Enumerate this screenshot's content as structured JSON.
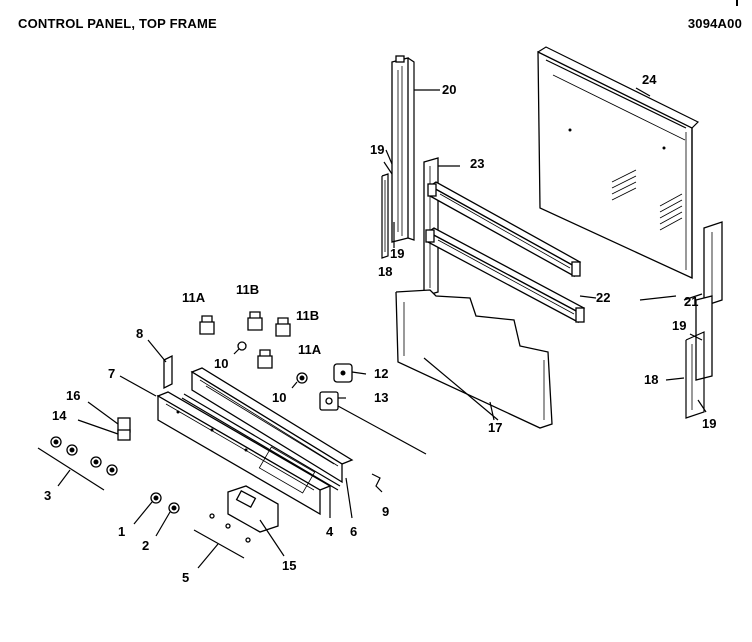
{
  "header": {
    "title": "CONTROL PANEL, TOP FRAME",
    "code": "3094A00"
  },
  "callouts": [
    {
      "id": "c1",
      "text": "1"
    },
    {
      "id": "c2",
      "text": "2"
    },
    {
      "id": "c3",
      "text": "3"
    },
    {
      "id": "c4",
      "text": "4"
    },
    {
      "id": "c5",
      "text": "5"
    },
    {
      "id": "c6",
      "text": "6"
    },
    {
      "id": "c7",
      "text": "7"
    },
    {
      "id": "c8",
      "text": "8"
    },
    {
      "id": "c9",
      "text": "9"
    },
    {
      "id": "c10a",
      "text": "10"
    },
    {
      "id": "c10b",
      "text": "10"
    },
    {
      "id": "c11a1",
      "text": "11A"
    },
    {
      "id": "c11a2",
      "text": "11A"
    },
    {
      "id": "c11b1",
      "text": "11B"
    },
    {
      "id": "c11b2",
      "text": "11B"
    },
    {
      "id": "c12",
      "text": "12"
    },
    {
      "id": "c13",
      "text": "13"
    },
    {
      "id": "c14",
      "text": "14"
    },
    {
      "id": "c15",
      "text": "15"
    },
    {
      "id": "c16",
      "text": "16"
    },
    {
      "id": "c17",
      "text": "17"
    },
    {
      "id": "c18a",
      "text": "18"
    },
    {
      "id": "c18b",
      "text": "18"
    },
    {
      "id": "c19a",
      "text": "19"
    },
    {
      "id": "c19b",
      "text": "19"
    },
    {
      "id": "c19c",
      "text": "19"
    },
    {
      "id": "c19d",
      "text": "19"
    },
    {
      "id": "c20",
      "text": "20"
    },
    {
      "id": "c21",
      "text": "21"
    },
    {
      "id": "c22",
      "text": "22"
    },
    {
      "id": "c23",
      "text": "23"
    },
    {
      "id": "c24",
      "text": "24"
    }
  ]
}
